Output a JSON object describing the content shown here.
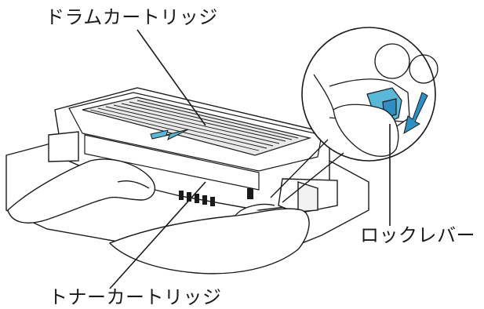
{
  "labels": {
    "drum_cartridge": "ドラムカートリッジ",
    "lock_lever": "ロックレバー",
    "toner_cartridge": "トナーカートリッジ"
  },
  "colors": {
    "line": "#1a1a1a",
    "lever_blue": "#59b7d8",
    "arrow_blue": "#2f8fc2"
  }
}
